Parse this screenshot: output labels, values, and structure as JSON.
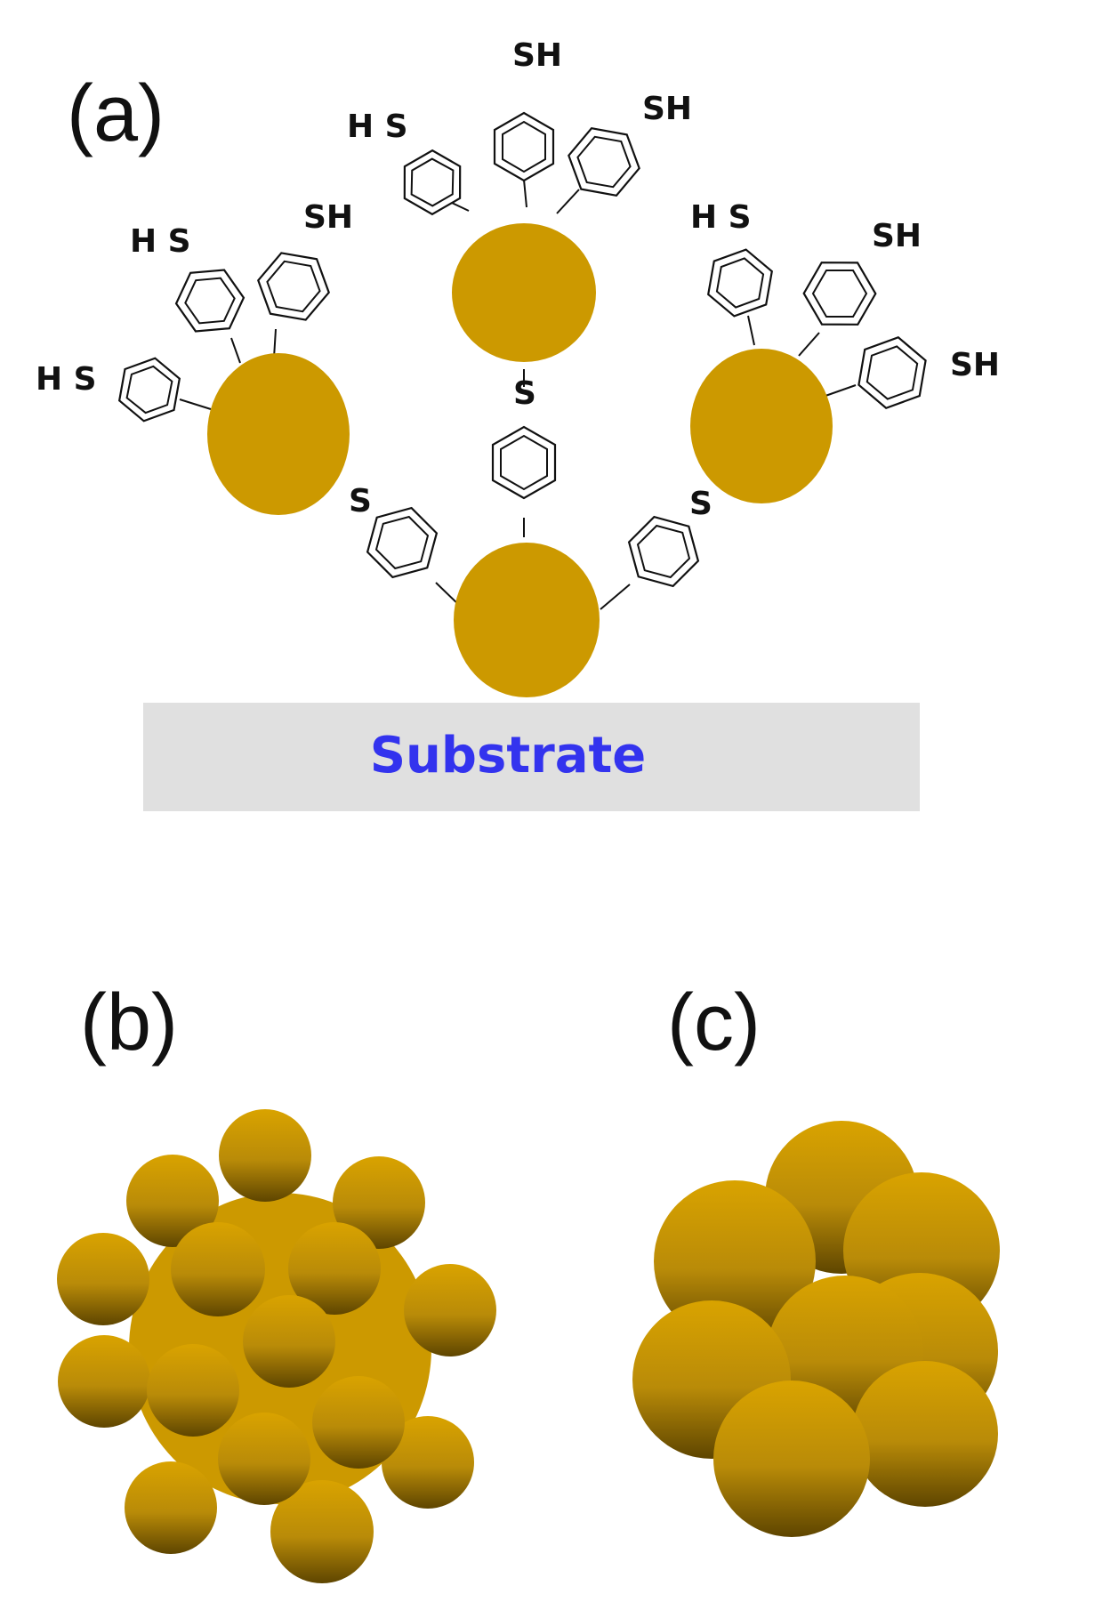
{
  "panels": {
    "a": {
      "label": "(a)"
    },
    "b": {
      "label": "(b)"
    },
    "c": {
      "label": "(c)"
    }
  },
  "substrate": {
    "label": "Substrate",
    "fill": "#e0e0e0",
    "text_color": "#3333ee"
  },
  "atom_labels": {
    "sh": "SH",
    "hs": "H S",
    "s": "S"
  },
  "colors": {
    "gold": "#cc9900",
    "gold_dark": "#6b4e00",
    "gold_light": "#d6a400"
  }
}
